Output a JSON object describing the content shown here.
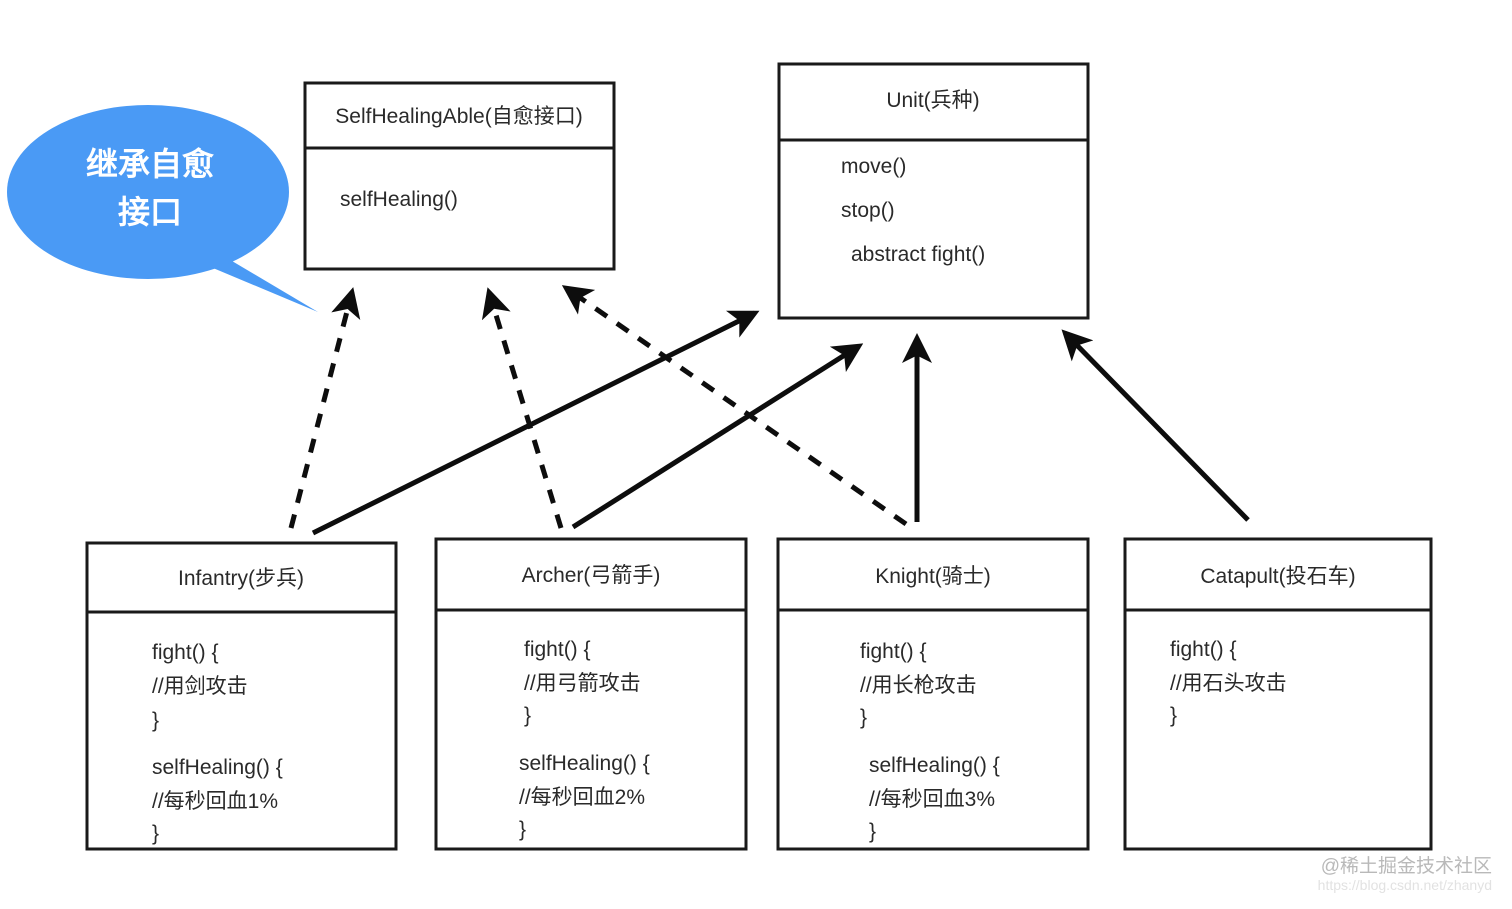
{
  "diagram": {
    "type": "uml-class-diagram",
    "background_color": "#ffffff",
    "line_color": "#0d0d0d",
    "accent_color": "#4a9af5",
    "callout": {
      "line1": "继承自愈",
      "line2": "接口",
      "fill": "#4a9af5",
      "text_color": "#ffffff"
    },
    "classes": {
      "self_healing_able": {
        "title": "SelfHealingAble(自愈接口)",
        "members": [
          "selfHealing()"
        ]
      },
      "unit": {
        "title": "Unit(兵种)",
        "members": [
          "move()",
          "stop()",
          " abstract fight()"
        ]
      },
      "infantry": {
        "title": "Infantry(步兵)",
        "members": [
          "fight() {",
          "  //用剑攻击",
          "}",
          "",
          "selfHealing() {",
          "  //每秒回血1%",
          "}"
        ]
      },
      "archer": {
        "title": "Archer(弓箭手)",
        "members": [
          "fight() {",
          "  //用弓箭攻击",
          "}",
          "",
          "selfHealing() {",
          "  //每秒回血2%",
          "}"
        ]
      },
      "knight": {
        "title": "Knight(骑士)",
        "members": [
          "fight() {",
          "  //用长枪攻击",
          "}",
          "",
          "selfHealing() {",
          "  //每秒回血3%",
          "}"
        ]
      },
      "catapult": {
        "title": "Catapult(投石车)",
        "members": [
          "fight() {",
          "  //用石头攻击",
          "}"
        ]
      }
    },
    "relations": [
      {
        "from": "infantry",
        "to": "self_healing_able",
        "style": "dashed",
        "meaning": "implements"
      },
      {
        "from": "archer",
        "to": "self_healing_able",
        "style": "dashed",
        "meaning": "implements"
      },
      {
        "from": "knight",
        "to": "self_healing_able",
        "style": "dashed",
        "meaning": "implements"
      },
      {
        "from": "infantry",
        "to": "unit",
        "style": "solid",
        "meaning": "extends"
      },
      {
        "from": "archer",
        "to": "unit",
        "style": "solid",
        "meaning": "extends"
      },
      {
        "from": "knight",
        "to": "unit",
        "style": "solid",
        "meaning": "extends"
      },
      {
        "from": "catapult",
        "to": "unit",
        "style": "solid",
        "meaning": "extends"
      }
    ]
  },
  "watermark": {
    "handle": "@稀土掘金技术社区",
    "url": "https://blog.csdn.net/zhanyd"
  }
}
